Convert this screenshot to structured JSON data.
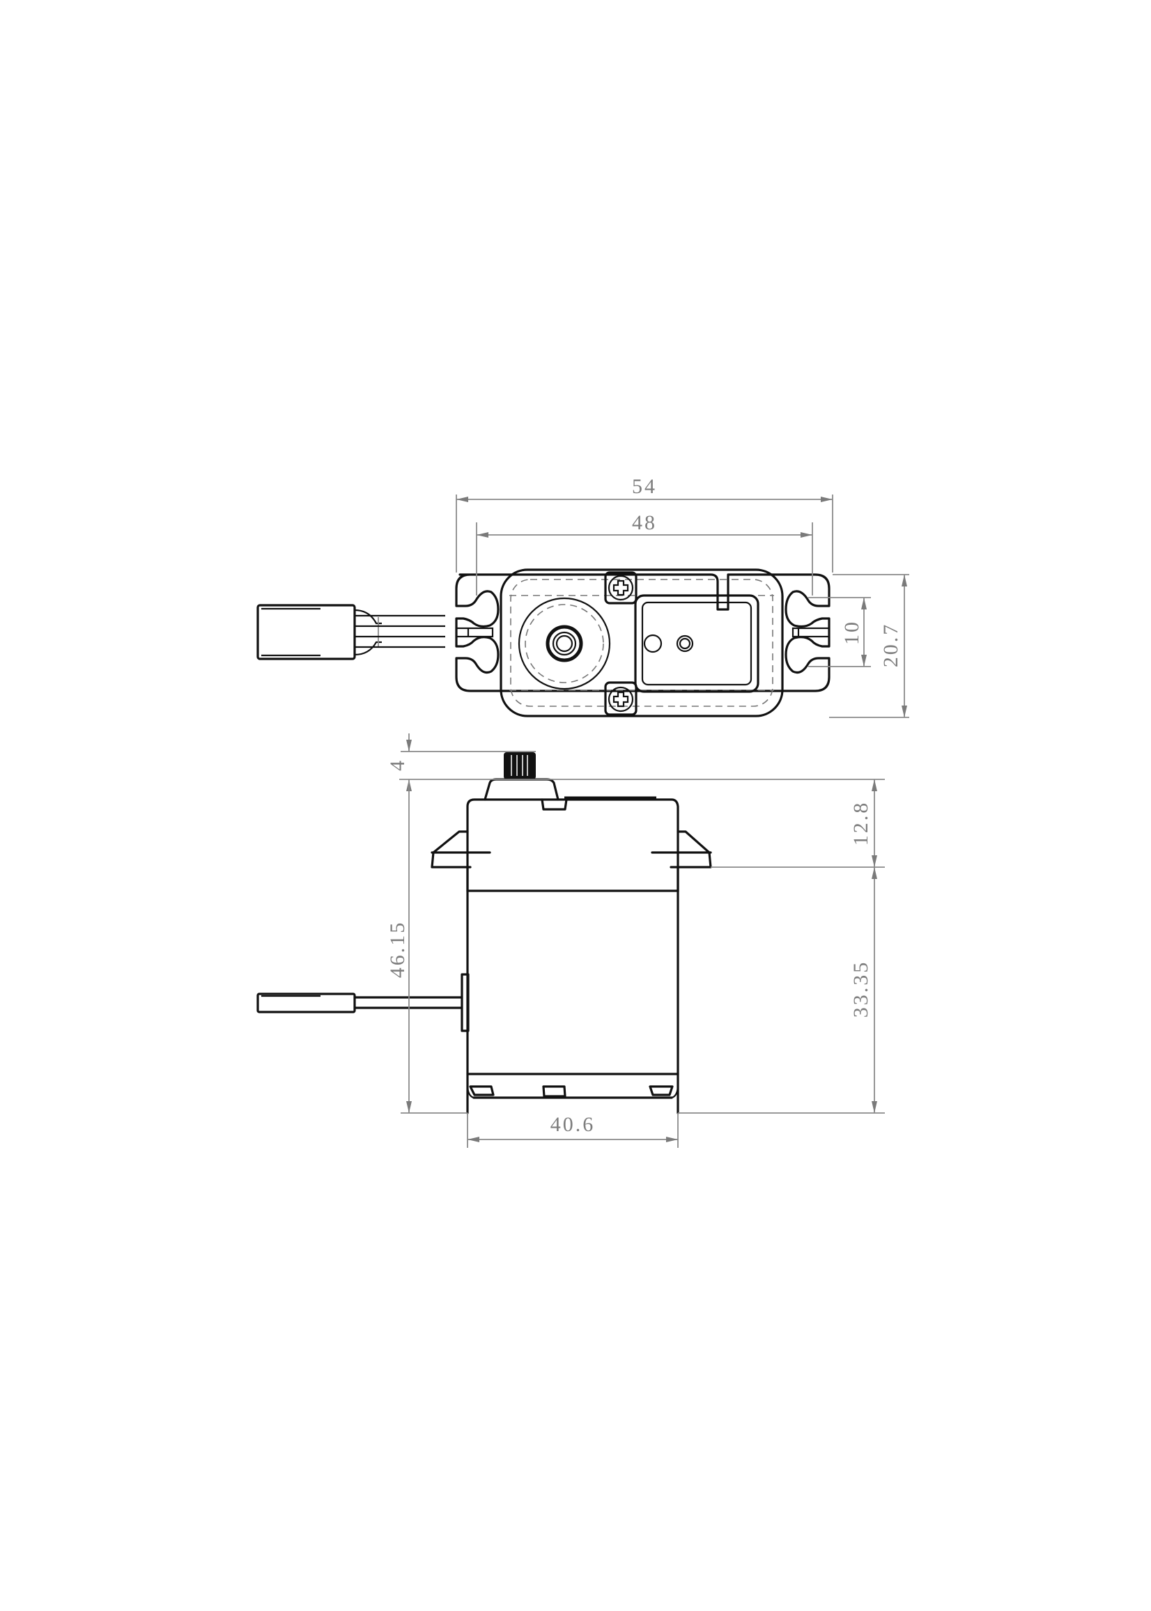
{
  "drawing": {
    "subject": "Servo dimension drawing",
    "units": "mm",
    "top_view": {
      "dimensions": {
        "overall_width": "54",
        "mounting_hole_spacing": "48",
        "hole_pitch_vertical": "10",
        "overall_depth": "20.7"
      }
    },
    "side_view": {
      "dimensions": {
        "spline_height": "4",
        "total_height": "46.15",
        "top_to_flange": "12.8",
        "flange_to_bottom": "33.35",
        "body_width": "40.6"
      }
    }
  },
  "colors": {
    "outline": "#111111",
    "dimension": "#8a8a8a",
    "background": "#ffffff"
  }
}
